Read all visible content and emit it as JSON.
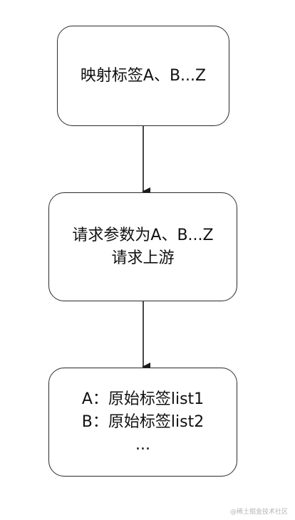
{
  "diagram": {
    "nodes": [
      {
        "id": "node-1",
        "lines": [
          "映射标签A、B...Z"
        ]
      },
      {
        "id": "node-2",
        "lines": [
          "请求参数为A、B...Z",
          "请求上游"
        ]
      },
      {
        "id": "node-3",
        "lines": [
          "A：原始标签list1",
          "B：原始标签list2",
          "..."
        ]
      }
    ],
    "edges": [
      {
        "from": "node-1",
        "to": "node-2"
      },
      {
        "from": "node-2",
        "to": "node-3"
      }
    ],
    "colors": {
      "stroke": "#2b2b2b",
      "text": "#111111",
      "background": "#ffffff"
    }
  },
  "watermark": "@稀土掘金技术社区"
}
